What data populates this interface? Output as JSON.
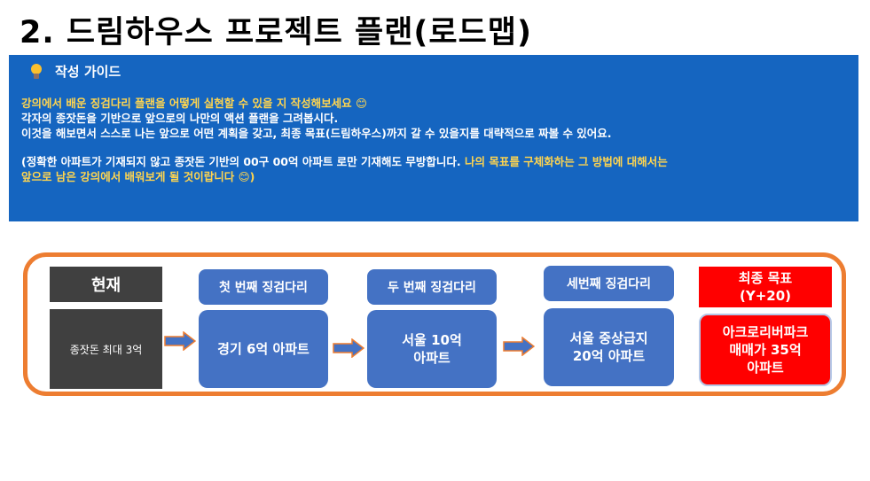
{
  "page": {
    "title": "2. 드림하우스 프로젝트 플랜(로드맵)"
  },
  "guide": {
    "icon": "lightbulb-icon",
    "header": "작성 가이드",
    "line1": "강의에서 배운 징검다리 플랜을 어떻게 실현할 수 있을 지 작성해보세요 😊",
    "line2": "각자의 종잣돈을 기반으로 앞으로의 나만의 액션 플랜을 그려봅시다.",
    "line3": "이것을 해보면서 스스로 나는 앞으로 어떤 계획을 갖고, 최종 목표(드림하우스)까지 갈 수 있을지를 대략적으로 짜볼 수 있어요.",
    "line4_white": "(정확한 아파트가 기재되지 않고 종잣돈 기반의 00구 00억 아파트 로만 기재해도 무방합니다. ",
    "line4_yellow": "나의 목표를 구체화하는 그 방법에 대해서는",
    "line5_yellow": "앞으로 남은 강의에서 배워보게 될 것이랍니다 😊)",
    "text_color": "#ffffff",
    "highlight_color": "#ffd54f",
    "background_color": "#1565c0"
  },
  "roadmap": {
    "frame_color": "#ed7d31",
    "current": {
      "label": "현재",
      "desc": "종잣돈 최대 3억"
    },
    "steps": [
      {
        "label": "첫 번째 징검다리",
        "line1": "경기 6억 아파트",
        "line2": ""
      },
      {
        "label": "두 번째 징검다리",
        "line1": "서울 10억",
        "line2": "아파트"
      },
      {
        "label": "세번째 징검다리",
        "line1": "서울 중상급지",
        "line2": "20억 아파트"
      }
    ],
    "goal": {
      "label_line1": "최종 목표",
      "label_line2": "(Y+20)",
      "line1": "아크로리버파크",
      "line2": "매매가 35억",
      "line3": "아파트",
      "color": "#ff0000"
    },
    "arrow_icon": "right-arrow-icon",
    "step_color": "#4472c4"
  }
}
